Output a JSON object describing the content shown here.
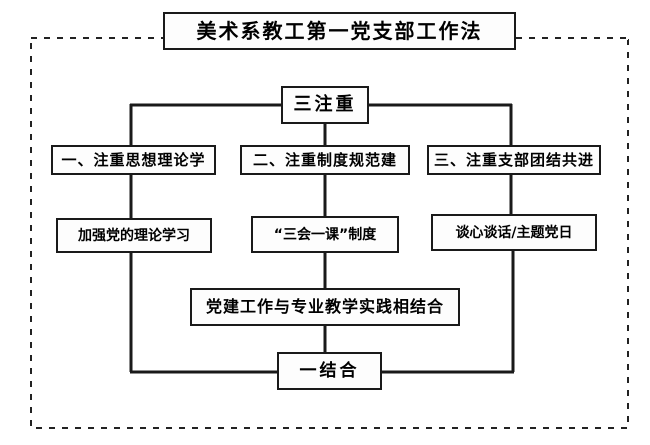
{
  "diagram": {
    "title": "美术系教工第一党支部工作法",
    "hub": "三注重",
    "branches": [
      {
        "heading": "一、注重思想理论学",
        "detail": "加强党的理论学习"
      },
      {
        "heading": "二、注重制度规范建",
        "detail": "“三会一课”制度"
      },
      {
        "heading": "三、注重支部团结共进",
        "detail": "谈心谈话/主题党日"
      }
    ],
    "integration": "党建工作与专业教学实践相结合",
    "footer": "一结合",
    "colors": {
      "stroke": "#1a1a1a",
      "frame": "#222222",
      "box_fill": "#fdfdfd",
      "background": "#ffffff",
      "text": "#000000"
    }
  }
}
